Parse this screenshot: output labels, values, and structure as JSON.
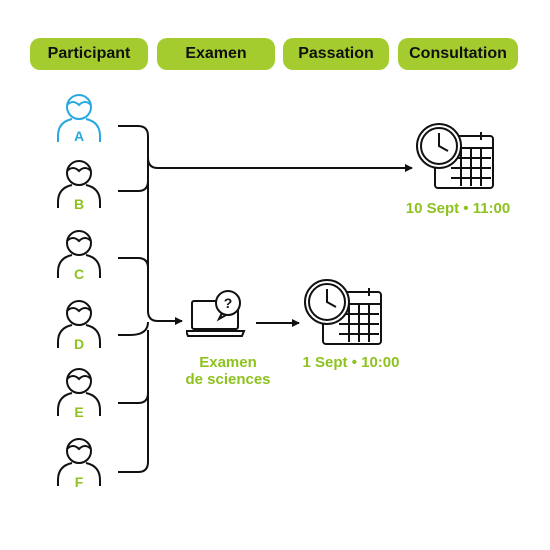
{
  "headers": [
    "Participant",
    "Examen",
    "Passation",
    "Consultation"
  ],
  "participants": [
    "A",
    "B",
    "C",
    "D",
    "E",
    "F"
  ],
  "exam": {
    "label": "Examen de sciences",
    "line1": "Examen",
    "line2": "de sciences",
    "icon": "laptop-question-icon"
  },
  "passation": {
    "label": "1 Sept • 10:00",
    "icon": "clock-calendar-icon"
  },
  "consultation": {
    "label": "10 Sept • 11:00",
    "icon": "clock-calendar-icon"
  },
  "colors": {
    "accent": "#a4cc2e",
    "label_green": "#8dc21f",
    "highlight": "#29a8e0",
    "ink": "#111111"
  }
}
